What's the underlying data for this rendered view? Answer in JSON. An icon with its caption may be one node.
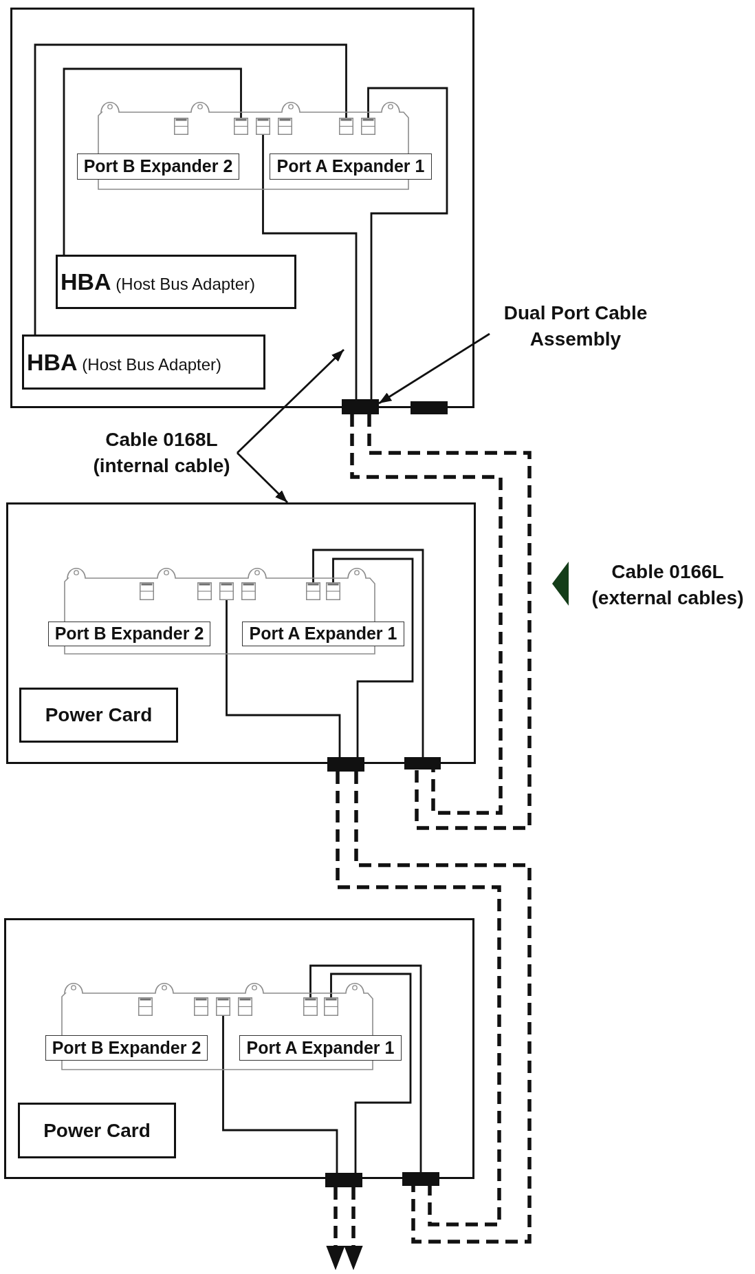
{
  "diagram": {
    "nodes": [
      {
        "text": [],
        "shape": "box"
      },
      {
        "text": [],
        "shape": "picture",
        "in": 0
      },
      {
        "text": [],
        "shape": "box",
        "in": 1
      },
      {
        "text": [],
        "shape": "box",
        "in": 1
      },
      {
        "text": [],
        "shape": "box",
        "in": 1
      },
      {
        "text": [],
        "shape": "box",
        "in": 1
      },
      {
        "text": [],
        "shape": "box",
        "in": 1
      },
      {
        "text": [],
        "shape": "box",
        "in": 1
      },
      {
        "text": [
          "Port B Expander 2"
        ],
        "in": 0
      },
      {
        "text": [
          "Port A Expander 1"
        ],
        "in": 0
      },
      {
        "text": [
          "**HBA** (Host Bus Adapter)"
        ],
        "in": 0
      },
      {
        "text": [
          "**HBA** (Host Bus Adapter)"
        ],
        "in": 0
      },
      {
        "text": [],
        "shape": "bar"
      },
      {
        "text": [],
        "shape": "bar"
      },
      {
        "text": [
          "Dual Port Cable Assembly"
        ]
      },
      {
        "text": [
          "Cable 0168L (internal cable)"
        ]
      },
      {
        "text": [],
        "shape": "box"
      },
      {
        "text": [],
        "shape": "picture",
        "in": 16
      },
      {
        "text": [],
        "shape": "box",
        "in": 17
      },
      {
        "text": [],
        "shape": "box",
        "in": 17
      },
      {
        "text": [],
        "shape": "box",
        "in": 17
      },
      {
        "text": [],
        "shape": "box",
        "in": 17
      },
      {
        "text": [],
        "shape": "box",
        "in": 17
      },
      {
        "text": [],
        "shape": "box",
        "in": 17
      },
      {
        "text": [
          "Port B Expander 2"
        ],
        "in": 16
      },
      {
        "text": [
          "Port A Expander 1"
        ],
        "in": 16
      },
      {
        "text": [
          "Power Card"
        ],
        "in": 16
      },
      {
        "text": [],
        "shape": "bar"
      },
      {
        "text": [],
        "shape": "bar"
      },
      {
        "text": [],
        "shape": "box"
      },
      {
        "text": [],
        "shape": "picture",
        "in": 29
      },
      {
        "text": [],
        "shape": "box",
        "in": 30
      },
      {
        "text": [],
        "shape": "box",
        "in": 30
      },
      {
        "text": [],
        "shape": "box",
        "in": 30
      },
      {
        "text": [],
        "shape": "box",
        "in": 30
      },
      {
        "text": [],
        "shape": "box",
        "in": 30
      },
      {
        "text": [],
        "shape": "box",
        "in": 30
      },
      {
        "text": [
          "Port B Expander 2"
        ],
        "in": 29
      },
      {
        "text": [
          "Port A Expander 1"
        ],
        "in": 29
      },
      {
        "text": [
          "Power Card"
        ],
        "in": 29
      },
      {
        "text": [],
        "shape": "bar"
      },
      {
        "text": [],
        "shape": "bar"
      }
    ],
    "edges": [
      {
        "from": 10,
        "to": 3,
        "arrow": "none"
      },
      {
        "from": 11,
        "to": 6,
        "arrow": "none"
      },
      {
        "from": 4,
        "to": 12,
        "arrow": "none"
      },
      {
        "from": 7,
        "to": 12,
        "arrow": "none"
      },
      {
        "from": 14,
        "to": 12,
        "arrow": "to"
      },
      {
        "from": 15,
        "to": null,
        "arrow": "to"
      },
      {
        "from": 15,
        "to": 16,
        "arrow": "to"
      },
      {
        "from": 12,
        "to": 28,
        "arrow": "none",
        "style": "dashed"
      },
      {
        "from": 12,
        "to": 28,
        "arrow": "none",
        "style": "dashed"
      },
      {
        "from": 22,
        "to": 28,
        "arrow": "none"
      },
      {
        "from": 20,
        "to": 27,
        "arrow": "none"
      },
      {
        "from": 23,
        "to": 27,
        "arrow": "none"
      },
      {
        "from": 27,
        "to": 41,
        "arrow": "none",
        "style": "dashed"
      },
      {
        "from": 27,
        "to": 41,
        "arrow": "none",
        "style": "dashed"
      },
      {
        "from": 35,
        "to": 41,
        "arrow": "none"
      },
      {
        "from": 33,
        "to": 40,
        "arrow": "none"
      },
      {
        "from": 36,
        "to": 40,
        "arrow": "none"
      },
      {
        "from": 40,
        "to": null,
        "arrow": "to",
        "style": "dashed"
      },
      {
        "from": 40,
        "to": null,
        "arrow": "to",
        "style": "dashed"
      }
    ],
    "labels": [
      "Cable 0166L (external cables)"
    ]
  }
}
